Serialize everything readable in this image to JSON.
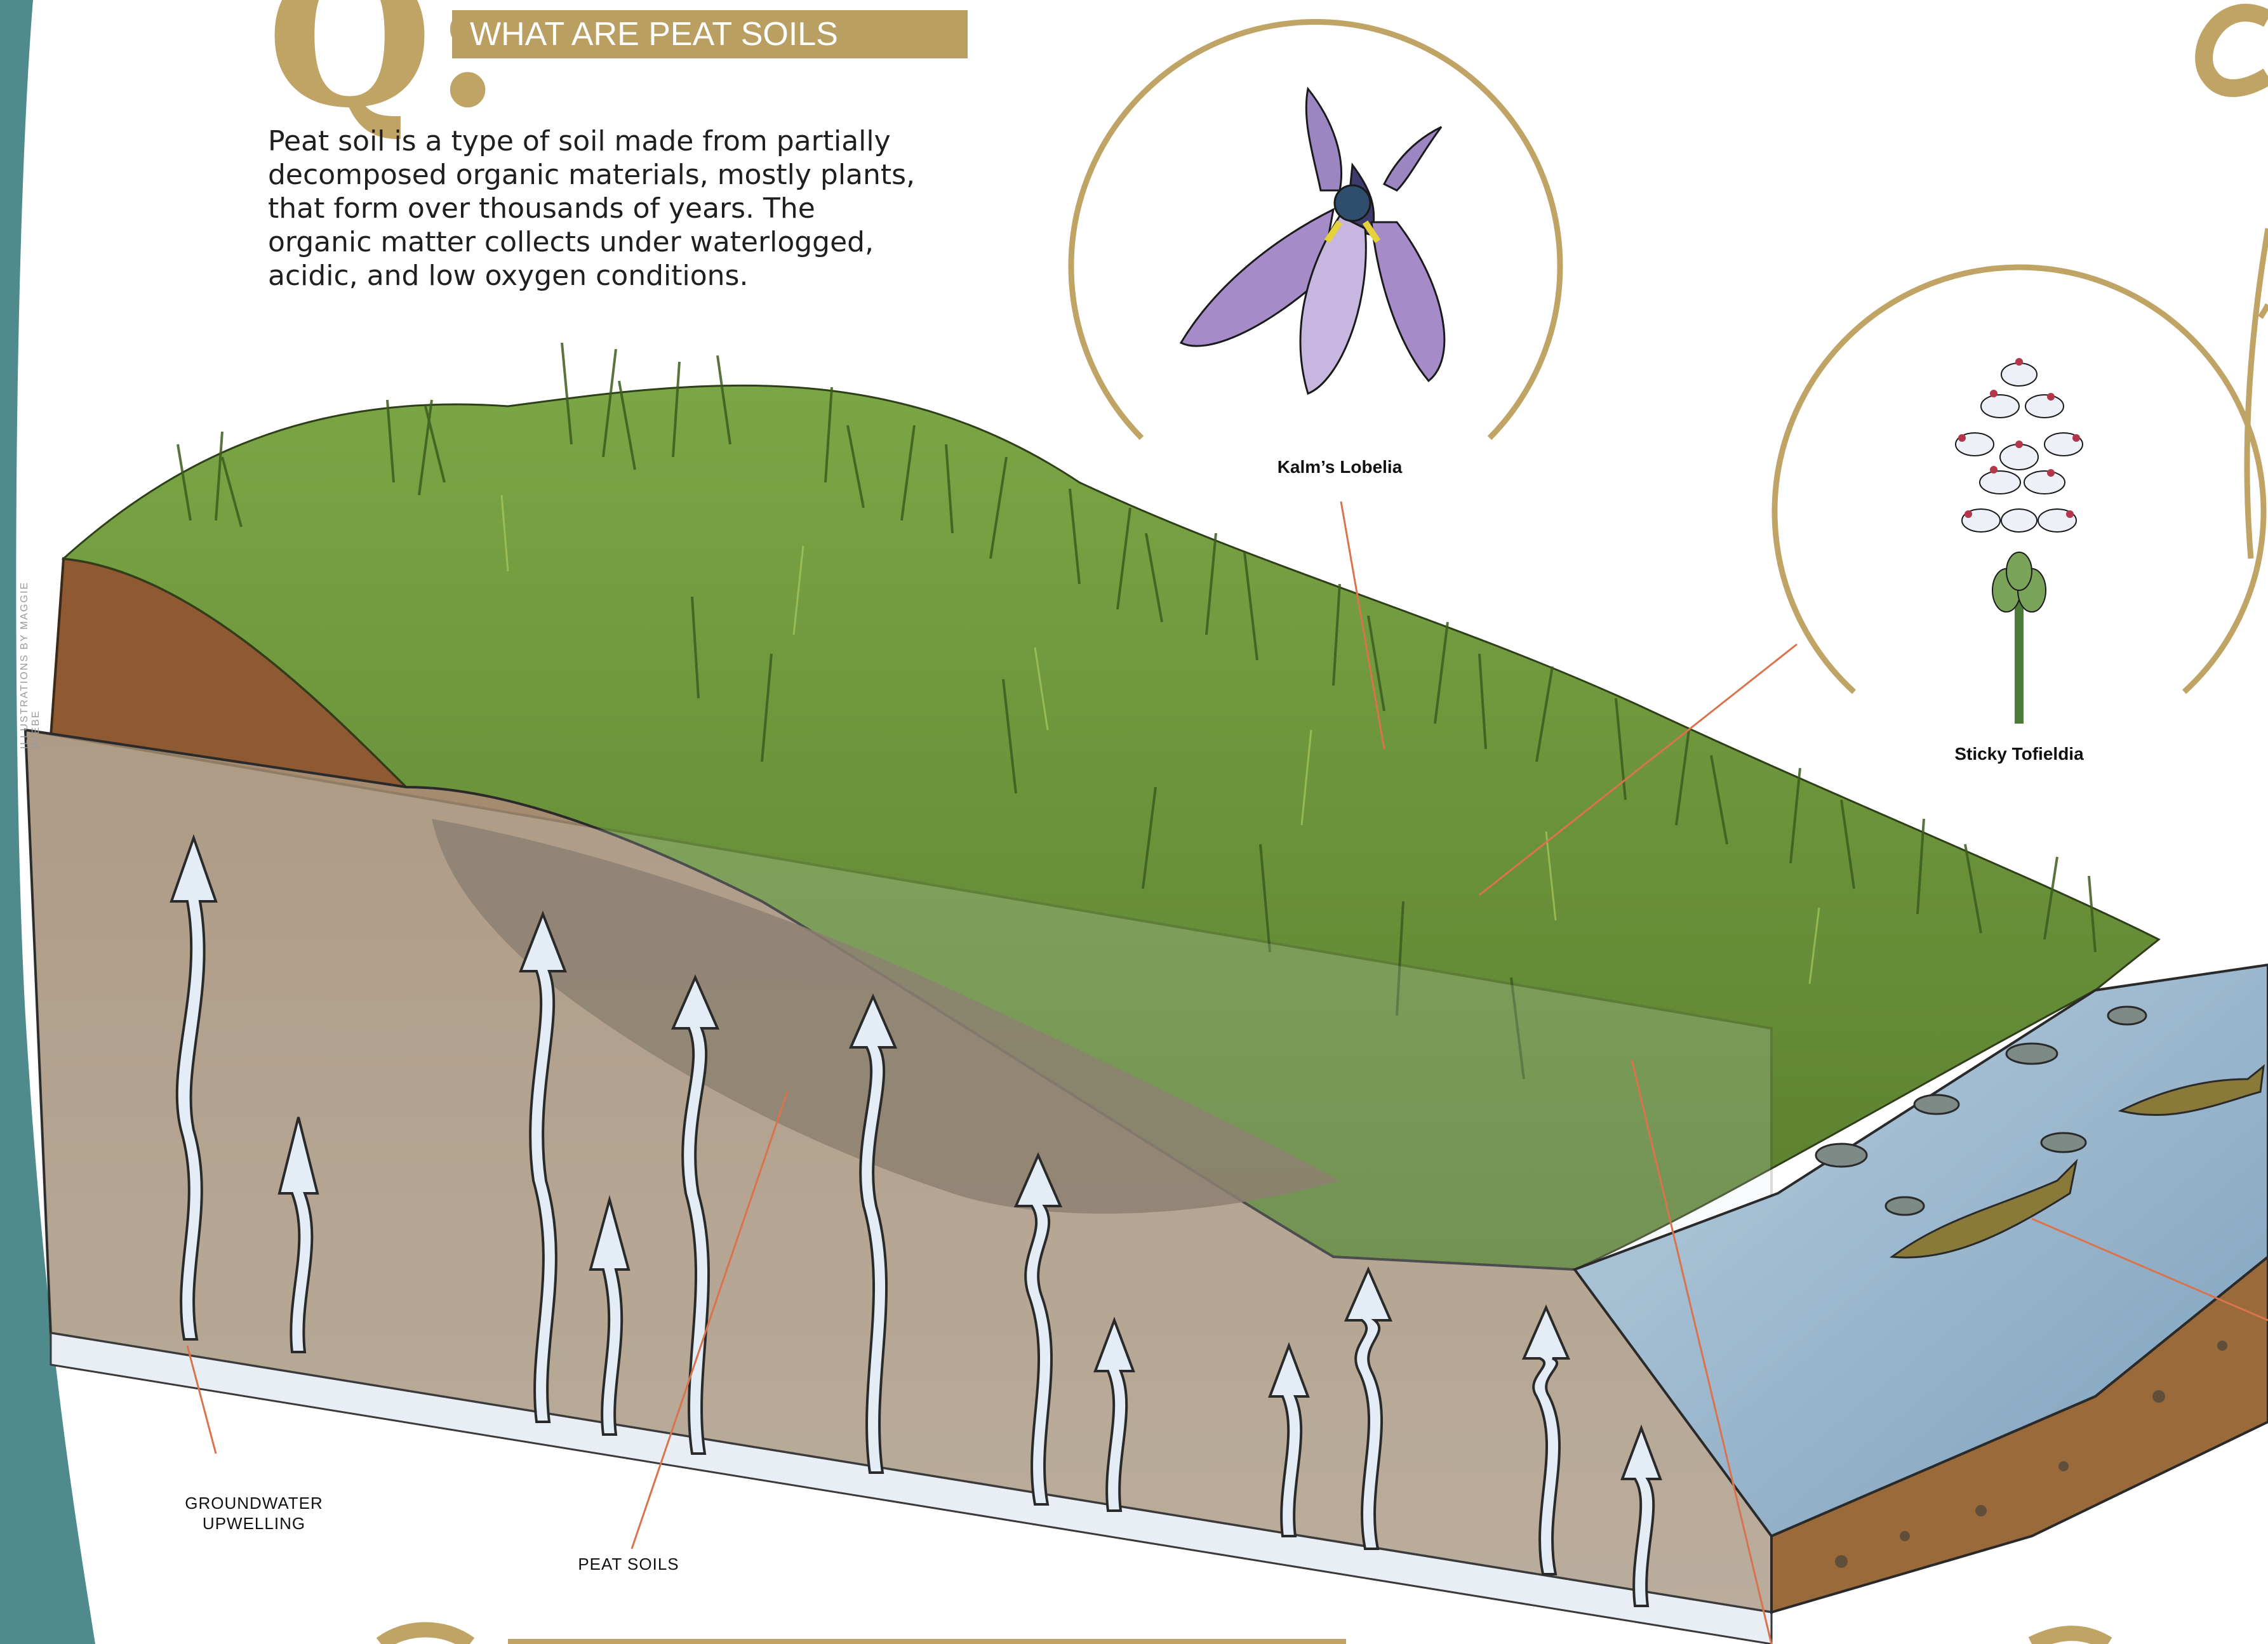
{
  "header": {
    "q_letter": "Q:",
    "title": "WHAT ARE PEAT SOILS"
  },
  "intro": {
    "line1": "Peat soil is a type of soil made from partially",
    "line2": "decomposed organic materials, mostly plants,",
    "line3": "that form over thousands of years. The",
    "line4": "organic matter collects under waterlogged,",
    "line5": "acidic, and low oxygen conditions."
  },
  "credit": "ILLUSTRATIONS BY MAGGIE WIEBE",
  "labels": {
    "kalms_lobelia": "Kalm’s Lobelia",
    "sticky_tofieldia": "Sticky Tofieldia",
    "groundwater_line1": "GROUNDWATER",
    "groundwater_line2": "UPWELLING",
    "peat_soils": "PEAT SOILS"
  },
  "colors": {
    "gold": "#b9a062",
    "teal": "#4f8b8c",
    "soil": "#9b8368",
    "peat": "#7a6a55",
    "grass": "#6f9a3a",
    "water": "#8fb2c8",
    "leader": "#d9734d"
  }
}
